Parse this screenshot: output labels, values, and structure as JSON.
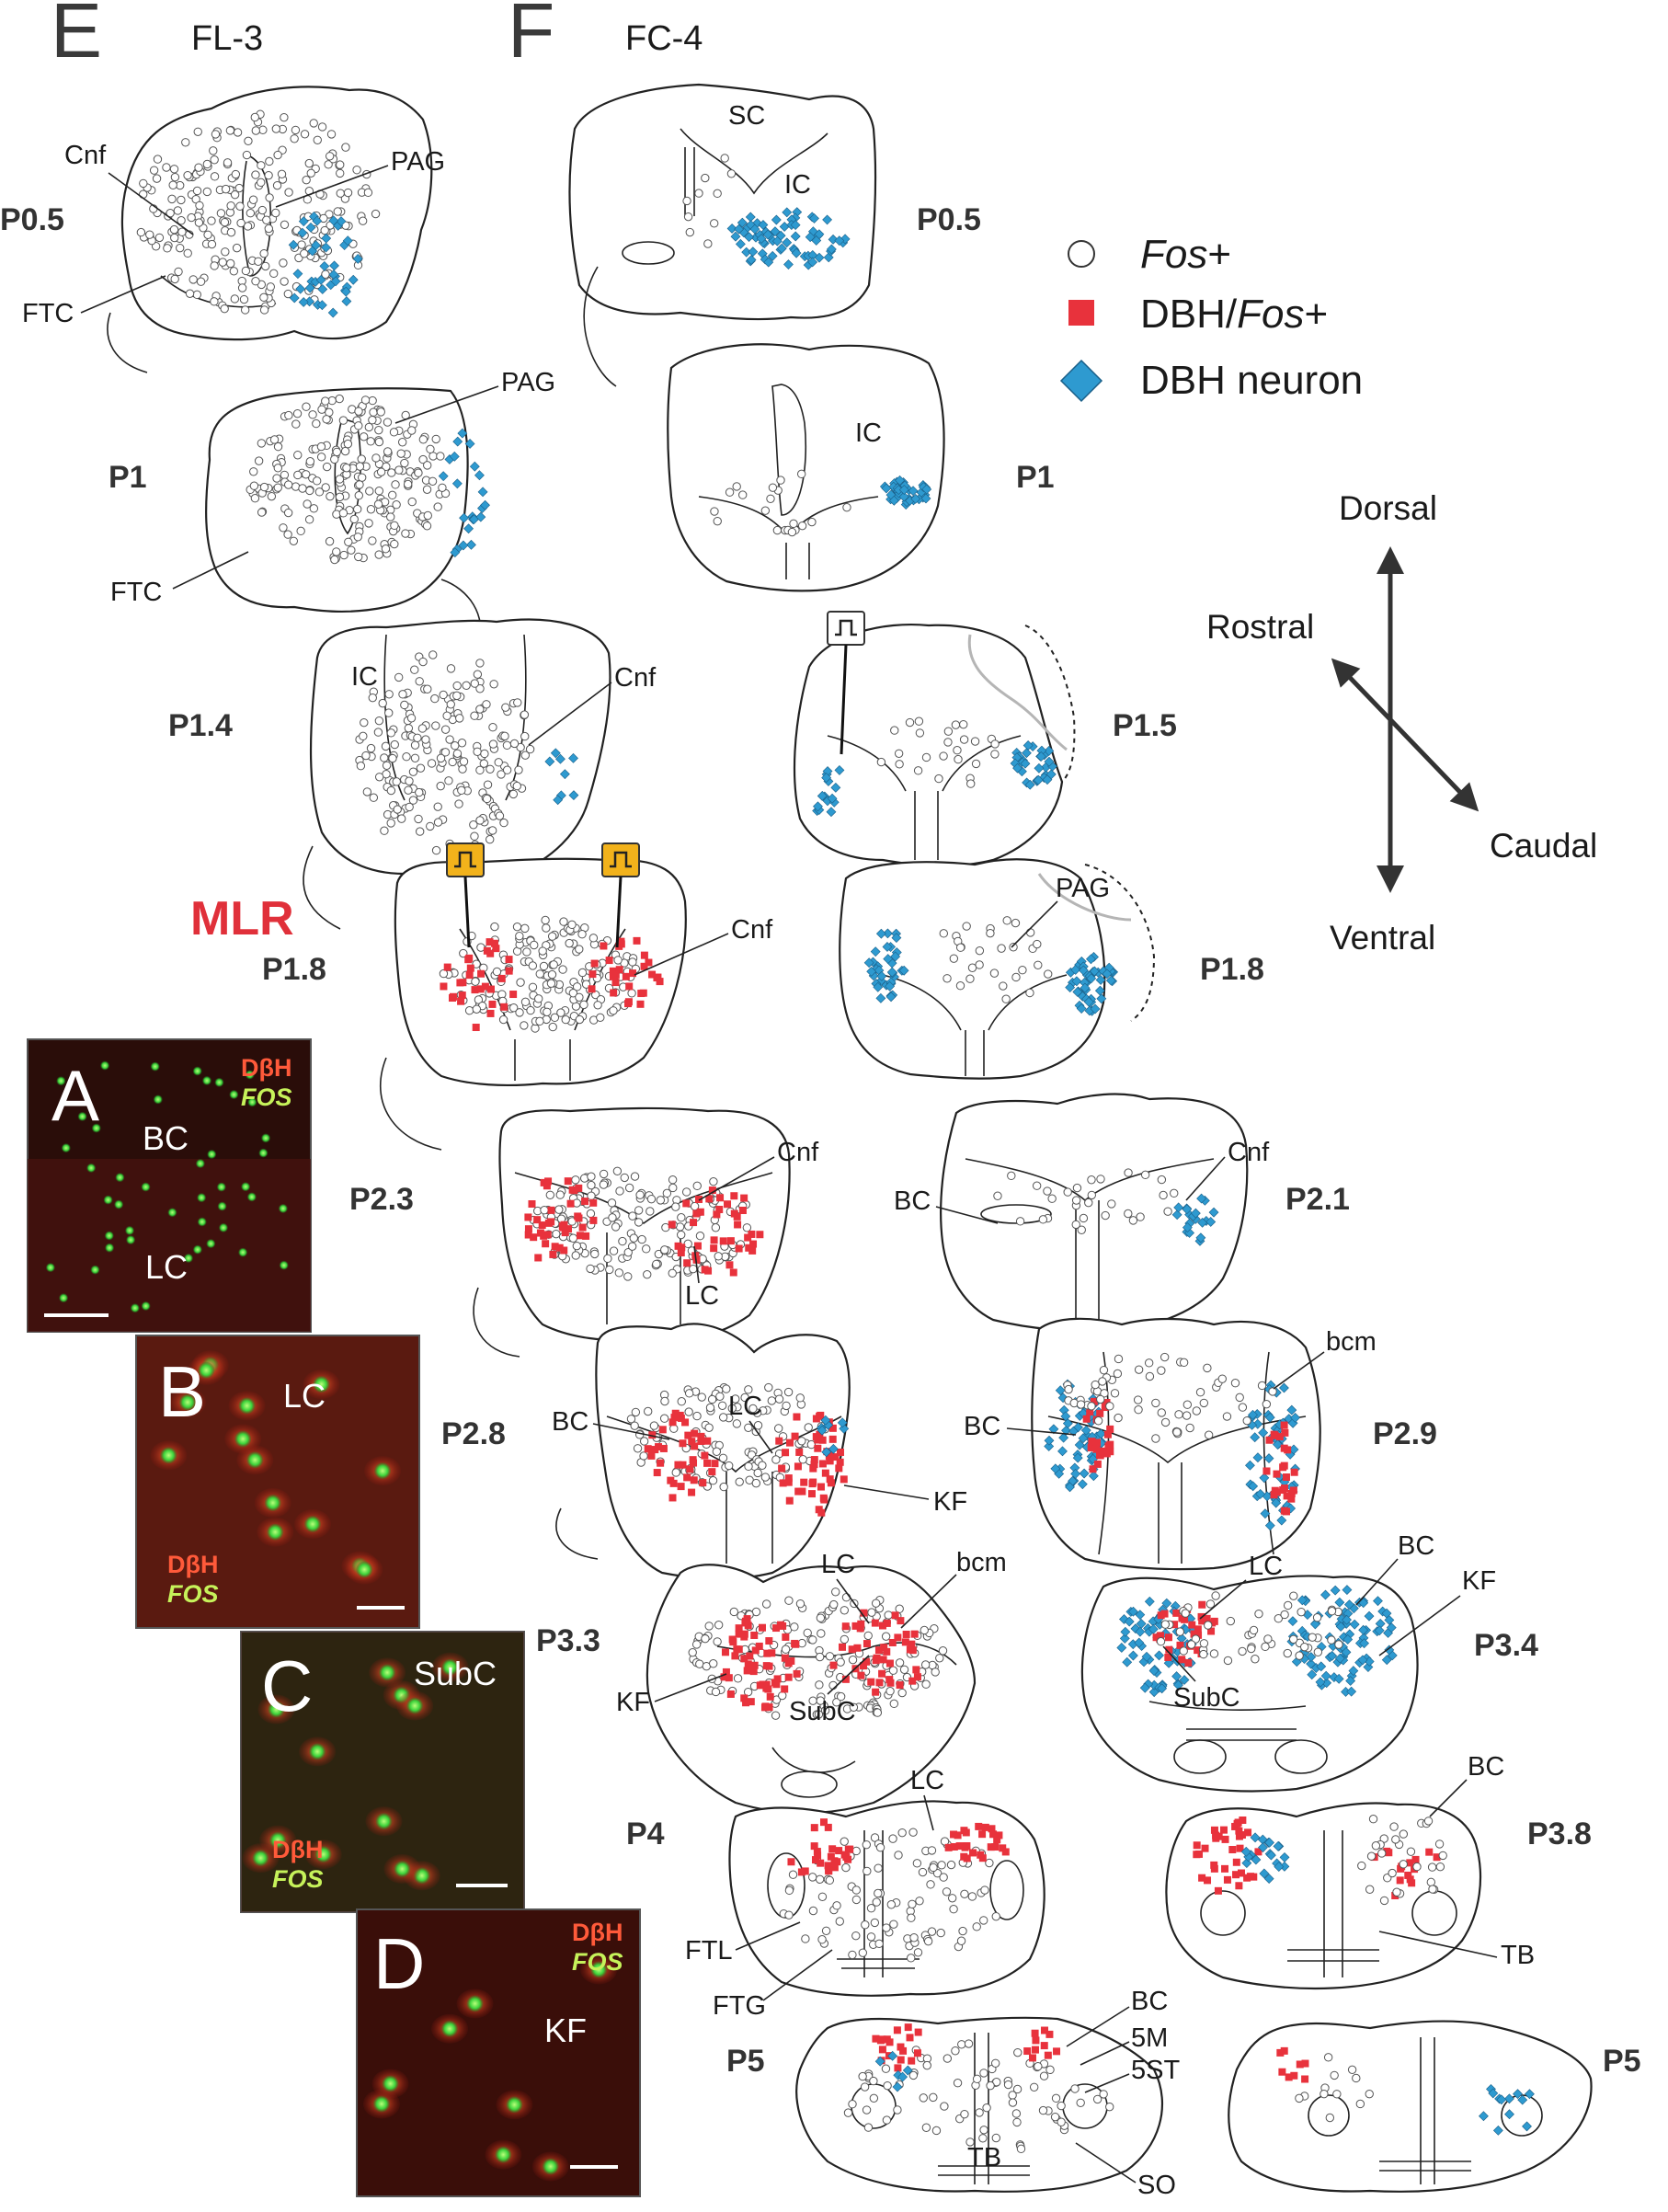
{
  "panels": {
    "E": {
      "letter": "E",
      "title": "FL-3"
    },
    "F": {
      "letter": "F",
      "title": "FC-4"
    }
  },
  "legend": {
    "items": [
      {
        "label": "Fos",
        "suffix": "+",
        "marker": "circle",
        "italic": true
      },
      {
        "label": "DBH/",
        "label_italic": "Fos",
        "suffix": "+",
        "marker": "square"
      },
      {
        "label": "DBH neuron",
        "marker": "diamond"
      }
    ],
    "colors": {
      "fos": "#ffffff",
      "dbh_fos": "#e8323c",
      "dbh_neuron": "#2e9ad0"
    }
  },
  "orientation": {
    "dorsal": "Dorsal",
    "ventral": "Ventral",
    "rostral": "Rostral",
    "caudal": "Caudal"
  },
  "mlr_label": "MLR",
  "levels_E": [
    "P0.5",
    "P1",
    "P1.4",
    "P1.8",
    "P2.3",
    "P2.8",
    "P3.3",
    "P4",
    "P5"
  ],
  "levels_F": [
    "P0.5",
    "P1",
    "P1.5",
    "P1.8",
    "P2.1",
    "P2.9",
    "P3.4",
    "P3.8",
    "P5"
  ],
  "labels_E": {
    "cnf_a": "Cnf",
    "pag_a": "PAG",
    "ftc_a": "FTC",
    "pag_b": "PAG",
    "ftc_b": "FTC",
    "ic_c": "IC",
    "cnf_c": "Cnf",
    "cnf_d": "Cnf",
    "cnf_e": "Cnf",
    "lc_e": "LC",
    "bc_f": "BC",
    "lc_f": "LC",
    "kf_f": "KF",
    "lc_g": "LC",
    "bcm_g": "bcm",
    "kf_g": "KF",
    "subc_g": "SubC",
    "lc_h": "LC",
    "ftl_h": "FTL",
    "ftg_h": "FTG",
    "bc_i": "BC",
    "m5_i": "5M",
    "st5_i": "5ST",
    "tb_i": "TB",
    "so_i": "SO"
  },
  "labels_F": {
    "sc_a": "SC",
    "ic_a": "IC",
    "ic_b": "IC",
    "pag_d": "PAG",
    "cnf_e": "Cnf",
    "bc_e": "BC",
    "bcm_f": "bcm",
    "bc_f": "BC",
    "lc_g": "LC",
    "bc_g": "BC",
    "kf_g": "KF",
    "subc_g": "SubC",
    "bc_h": "BC",
    "tb_h": "TB"
  },
  "micrographs": [
    {
      "letter": "A",
      "labels": [
        "BC",
        "LC"
      ],
      "dbh": "DβH",
      "fos": "FOS"
    },
    {
      "letter": "B",
      "labels": [
        "LC"
      ],
      "dbh": "DβH",
      "fos": "FOS"
    },
    {
      "letter": "C",
      "labels": [
        "SubC"
      ],
      "dbh": "DβH",
      "fos": "FOS"
    },
    {
      "letter": "D",
      "labels": [
        "KF"
      ],
      "dbh": "DβH",
      "fos": "FOS"
    }
  ]
}
